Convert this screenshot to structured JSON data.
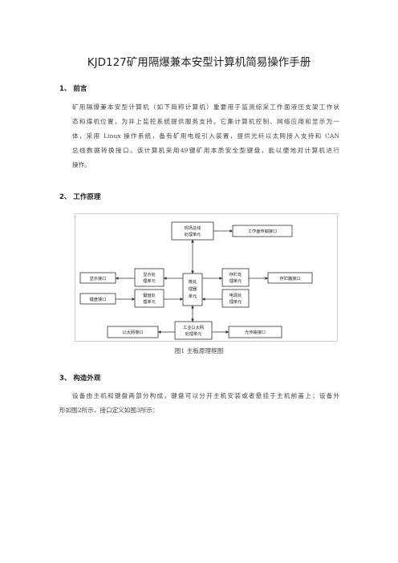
{
  "title": "KJD127矿用隔爆兼本安型计算机简易操作手册",
  "sections": [
    {
      "heading": "1、 前言",
      "lines": [
        "矿用隔爆兼本安型计算机（如下简称计算机）重要用于监测综采工作面液压支架工作状",
        "态和煤机位置，为井上监控系统提供服务支持。它集计算机控制、网络应用和显示为一",
        "体，采用 Linux 操作系统，备有矿用电缆引入装置，提供光纤以太网接入支持和 CAN",
        "总线数据转换接口。该计算机采用49键矿用本质安全型键盘，能以便地对计算机进行",
        "操作。"
      ]
    },
    {
      "heading": "2、 工作原理"
    },
    {
      "heading": "3、 构造外观",
      "lines": [
        "设备由主机和键盘两部分构成，键盘可以分开主机安装或者悬挂于主机前盖上；设备外",
        "形如图2所示，接口定义如图3所示："
      ]
    }
  ],
  "diagram": {
    "boxes": {
      "fieldbus": [
        "现场总线",
        "处理单元"
      ],
      "work_face_port": [
        "工作面传输接口"
      ],
      "display_unit": [
        "显示处",
        "理单元"
      ],
      "display_port": [
        "显示接口"
      ],
      "storage_unit": [
        "存贮处",
        "理单元"
      ],
      "storage_port": [
        "存贮器接口"
      ],
      "micro": [
        "微处",
        "理器",
        "单元"
      ],
      "keyboard_unit": [
        "键盘处",
        "理单元"
      ],
      "keyboard_port": [
        "键盘接口"
      ],
      "power_unit": [
        "电源处",
        "理单元"
      ],
      "ethernet_unit": [
        "工业以太网",
        "处理单元"
      ],
      "ethernet_port": [
        "以太网接口"
      ],
      "fiber_port": [
        "光传输接口"
      ]
    }
  },
  "caption": "图1 主板原理框图"
}
